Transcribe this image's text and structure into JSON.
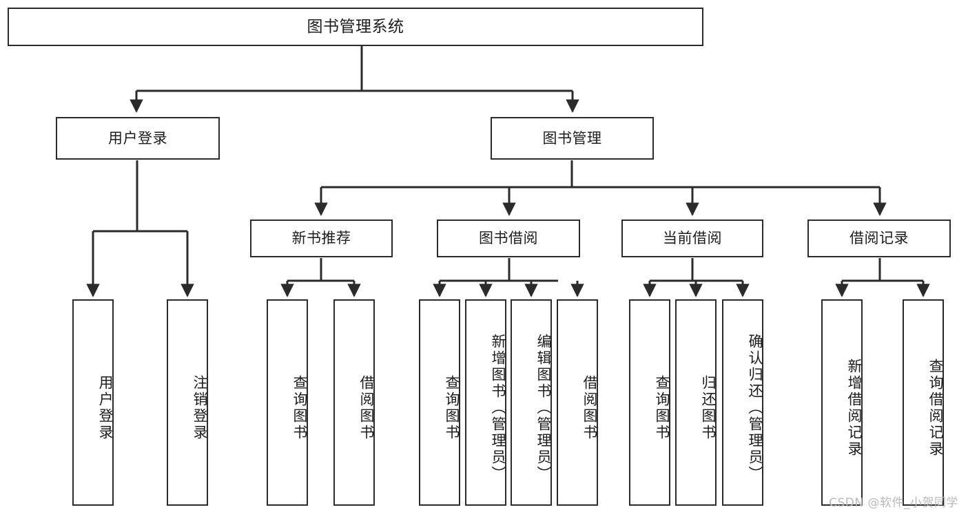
{
  "diagram": {
    "type": "tree-hierarchy",
    "title": "图书管理系统",
    "colors": {
      "box_border": "#2b2b2b",
      "box_fill": "#ffffff",
      "edge": "#2b2b2b",
      "text": "#1c1c1c",
      "watermark": "#b9b9b9",
      "background": "#ffffff"
    },
    "nodes": {
      "root": {
        "label": "图书管理系统"
      },
      "level1": [
        {
          "id": "user-login",
          "label": "用户登录"
        },
        {
          "id": "book-management",
          "label": "图书管理"
        }
      ],
      "level2": [
        {
          "id": "new-book-recommend",
          "label": "新书推荐"
        },
        {
          "id": "book-borrow",
          "label": "图书借阅"
        },
        {
          "id": "current-borrow",
          "label": "当前借阅"
        },
        {
          "id": "borrow-record",
          "label": "借阅记录"
        }
      ],
      "leaves": {
        "user-login": [
          {
            "id": "leaf-user-login",
            "label": "用户登录"
          },
          {
            "id": "leaf-user-logout",
            "label": "注销登录"
          }
        ],
        "new-book-recommend": [
          {
            "id": "leaf-query-book-1",
            "label": "查询图书"
          },
          {
            "id": "leaf-borrow-book-1",
            "label": "借阅图书"
          }
        ],
        "book-borrow": [
          {
            "id": "leaf-query-book-2",
            "label": "查询图书"
          },
          {
            "id": "leaf-add-book",
            "label": "新增图书（管理员）"
          },
          {
            "id": "leaf-edit-book",
            "label": "编辑图书（管理员）"
          },
          {
            "id": "leaf-borrow-book-2",
            "label": "借阅图书"
          }
        ],
        "current-borrow": [
          {
            "id": "leaf-query-book-3",
            "label": "查询图书"
          },
          {
            "id": "leaf-return-book",
            "label": "归还图书"
          },
          {
            "id": "leaf-confirm-return",
            "label": "确认归还（管理员）"
          }
        ],
        "borrow-record": [
          {
            "id": "leaf-add-record",
            "label": "新增借阅记录"
          },
          {
            "id": "leaf-query-record",
            "label": "查询借阅记录"
          }
        ]
      }
    },
    "watermark": "CSDN @软件_小贺同学"
  }
}
